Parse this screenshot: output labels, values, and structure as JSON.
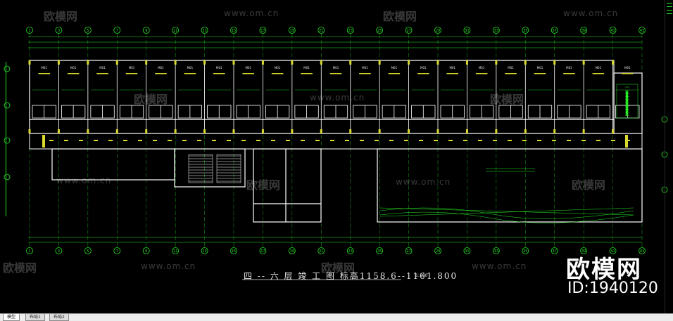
{
  "drawing": {
    "title": "四 -- 六 层 竣 工 图   标高1158.6--1161.800",
    "scale": "1:100",
    "column_axes_top": [
      "1",
      "3",
      "5",
      "7",
      "9",
      "11",
      "13",
      "15",
      "17",
      "19",
      "21",
      "23",
      "25",
      "27",
      "29",
      "31",
      "33",
      "35",
      "37",
      "39",
      "41",
      "43"
    ],
    "column_axes_bottom": [
      "1",
      "3",
      "5",
      "7",
      "9",
      "11",
      "13",
      "15",
      "17",
      "19",
      "21",
      "23",
      "25",
      "27",
      "29",
      "31",
      "33",
      "35",
      "37",
      "39",
      "41",
      "43"
    ],
    "room_tag": "M01"
  },
  "watermarks": {
    "brand": "欧模网",
    "url": "www.om.cn",
    "big_brand": "欧模网",
    "model_id": "ID:1940120"
  },
  "tabs": [
    {
      "label": "模型",
      "active": true
    },
    {
      "label": "布局1",
      "active": false
    },
    {
      "label": "布局2",
      "active": false
    }
  ],
  "colors": {
    "background": "#000000",
    "axis": "#27e627",
    "wall": "#ffffff",
    "dimension": "#27e627",
    "hatch": "#d9d92e",
    "annotation": "#e6e6e6"
  }
}
